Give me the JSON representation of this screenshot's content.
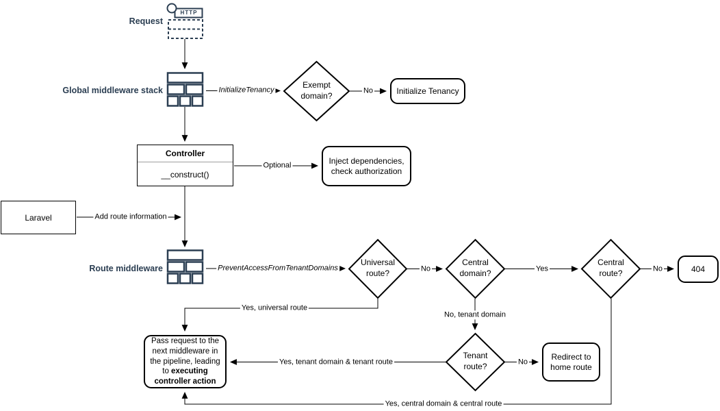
{
  "colors": {
    "icon_navy": "#2b3e52",
    "line_black": "#000000"
  },
  "sections": {
    "request_label": "Request",
    "http_label": "HTTP",
    "global_middleware_label": "Global middleware stack",
    "route_middleware_label": "Route middleware"
  },
  "nodes": {
    "exempt_domain": "Exempt domain?",
    "initialize_tenancy": "Initialize Tenancy",
    "controller_title": "Controller",
    "controller_method": "__construct()",
    "inject_dependencies": "Inject dependencies, check authorization",
    "laravel": "Laravel",
    "universal_route": "Universal route?",
    "central_domain": "Central domain?",
    "central_route": "Central route?",
    "not_found": "404",
    "tenant_route": "Tenant route?",
    "redirect_home": "Redirect to home route",
    "pass_request_text": "Pass request to the next middleware in the pipeline, leading to ",
    "pass_request_bold": "executing controller action"
  },
  "edges": {
    "initialize_tenancy_mw": "InitializeTenancy",
    "exempt_no": "No",
    "optional": "Optional",
    "add_route_info": "Add route information",
    "prevent_access": "PreventAccessFromTenantDomains",
    "universal_no": "No",
    "central_domain_yes": "Yes",
    "central_route_no": "No",
    "yes_universal_route": "Yes, universal route",
    "no_tenant_domain": "No, tenant domain",
    "tenant_route_no": "No",
    "yes_tenant_domain_route": "Yes, tenant domain & tenant route",
    "yes_central_domain_route": "Yes, central domain & central route"
  }
}
